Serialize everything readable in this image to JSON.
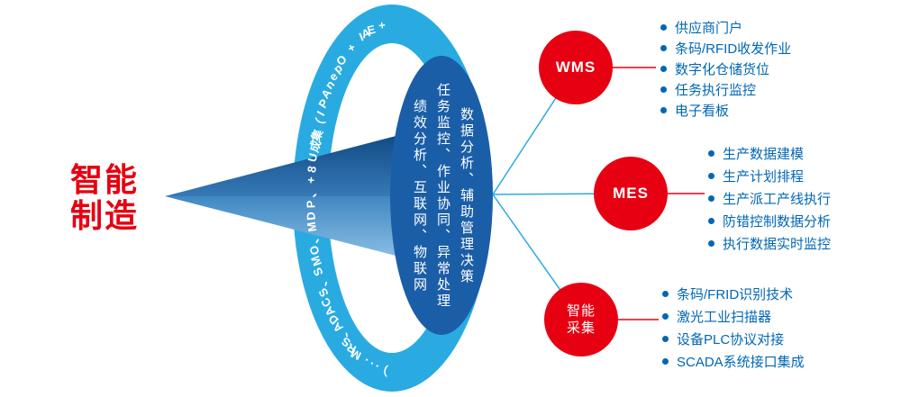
{
  "title": {
    "lines": [
      "智能",
      "制造"
    ]
  },
  "ring": {
    "text": "+ EAI + OpenAPI（集成U8+、PDM、OMS、SCADA、SRM ...）"
  },
  "hub": {
    "columns": [
      "数据分析、辅助管理决策",
      "任务监控、作业协同、异常处理",
      "绩效分析、互联网、物联网"
    ]
  },
  "nodes": {
    "wms": {
      "label": "WMS",
      "items": [
        "供应商门户",
        "条码/RFID收发作业",
        "数字化仓储货位",
        "任务执行监控",
        "电子看板"
      ]
    },
    "mes": {
      "label": "MES",
      "items": [
        "生产数据建模",
        "生产计划排程",
        "生产派工产线执行",
        "防错控制数据分析",
        "执行数据实时监控"
      ]
    },
    "smart": {
      "label_lines": [
        "智能",
        "采集"
      ],
      "items": [
        "条码/FRID识别技术",
        "激光工业扫描器",
        "设备PLC协议对接",
        "SCADA系统接口集成"
      ]
    }
  },
  "colors": {
    "ring": "#29abe2",
    "hub": "#1b5ea8",
    "red": "#e60012",
    "text": "#0067b5"
  }
}
